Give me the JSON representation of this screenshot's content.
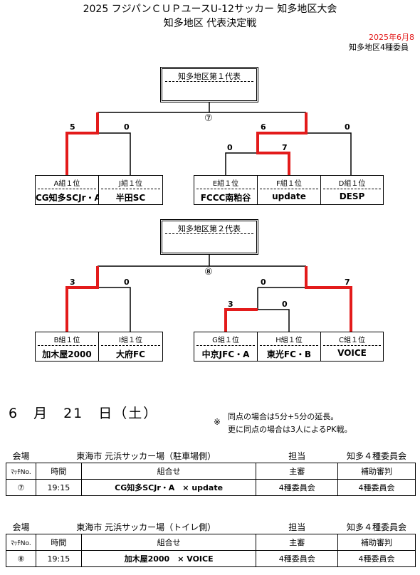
{
  "header": {
    "title_line1": "2025 フジパンＣＵＰユースU-12サッカー 知多地区大会",
    "title_line2": "知多地区 代表決定戦",
    "date_partial": "2025年6月8",
    "committee_partial": "知多地区4種委員"
  },
  "bracket1": {
    "rep_label": "知多地区第１代表",
    "final_match": "⑦",
    "scores": {
      "left_final": "5",
      "right_final_left": "0",
      "right_semi": "6",
      "right_semi_other": "0",
      "inner_left": "0",
      "inner_right": "7"
    },
    "teams": [
      {
        "group": "A組１位",
        "name": "CG知多SCJr・A"
      },
      {
        "group": "J組１位",
        "name": "半田SC"
      },
      {
        "group": "E組１位",
        "name": "FCCC南粕谷"
      },
      {
        "group": "F組１位",
        "name": "update"
      },
      {
        "group": "D組１位",
        "name": "DESP"
      }
    ]
  },
  "bracket2": {
    "rep_label": "知多地区第２代表",
    "final_match": "⑧",
    "scores": {
      "left_final": "3",
      "right_final_left": "0",
      "right_semi": "0",
      "right_semi_other": "7",
      "inner_left": "3",
      "inner_right": "0"
    },
    "teams": [
      {
        "group": "B組１位",
        "name": "加木屋2000"
      },
      {
        "group": "I組１位",
        "name": "大府FC"
      },
      {
        "group": "G組１位",
        "name": "中京JFC・A"
      },
      {
        "group": "H組１位",
        "name": "東光FC・B"
      },
      {
        "group": "C組１位",
        "name": "VOICE"
      }
    ]
  },
  "schedule_date": "6　月　21　日（土）",
  "note": {
    "mark": "※",
    "line1": "同点の場合は5分+5分の延長。",
    "line2": "更に同点の場合は3人によるPK戦。"
  },
  "tables": [
    {
      "venue_label": "会場",
      "venue": "東海市 元浜サッカー場（駐車場側）",
      "charge_label": "担当",
      "charge": "知多４種委員会",
      "columns": [
        "ﾏｯﾁNo.",
        "時間",
        "組合せ",
        "主審",
        "補助審判"
      ],
      "row": {
        "no": "⑦",
        "time": "19:15",
        "match": "CG知多SCJr・A　× update",
        "referee": "4種委員会",
        "assistant": "4種委員会"
      }
    },
    {
      "venue_label": "会場",
      "venue": "東海市 元浜サッカー場（トイレ側）",
      "charge_label": "担当",
      "charge": "知多４種委員会",
      "columns": [
        "ﾏｯﾁNo.",
        "時間",
        "組合せ",
        "主審",
        "補助審判"
      ],
      "row": {
        "no": "⑧",
        "time": "19:15",
        "match": "加木屋2000　× VOICE",
        "referee": "4種委員会",
        "assistant": "4種委員会"
      }
    }
  ]
}
